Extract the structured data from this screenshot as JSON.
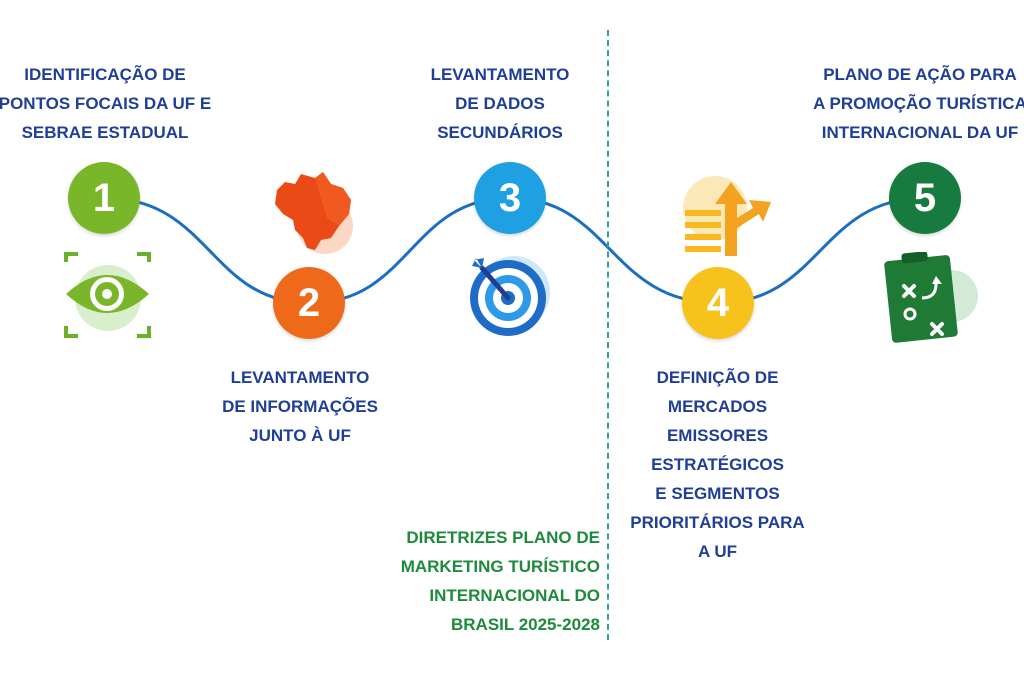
{
  "steps": [
    {
      "number": "1",
      "label": "IDENTIFICAÇÃO DE\nPONTOS FOCAIS DA UF E\nSEBRAE ESTADUAL",
      "color": "#7ab62a",
      "icon": "eye-scan-icon"
    },
    {
      "number": "2",
      "label": "LEVANTAMENTO\nDE INFORMAÇÕES\nJUNTO À UF",
      "color": "#ee6a1a",
      "icon": "brazil-map-icon"
    },
    {
      "number": "3",
      "label": "LEVANTAMENTO\nDE DADOS\nSECUNDÁRIOS",
      "color": "#1ea0e2",
      "icon": "target-icon"
    },
    {
      "number": "4",
      "label": "DEFINIÇÃO DE\nMERCADOS\nEMISSORES\nESTRATÉGICOS\nE SEGMENTOS\nPRIORITÁRIOS PARA\nA UF",
      "color": "#f6c21b",
      "icon": "direction-arrows-icon"
    },
    {
      "number": "5",
      "label": "PLANO DE AÇÃO PARA\nA PROMOÇÃO TURÍSTICA\nINTERNACIONAL DA UF",
      "color": "#177a3e",
      "icon": "tactics-board-icon"
    }
  ],
  "guidelines": "DIRETRIZES PLANO DE\nMARKETING TURÍSTICO\nINTERNACIONAL DO\nBRASIL 2025-2028",
  "colors": {
    "text_blue": "#1f3f95",
    "text_green": "#1e8a3c",
    "wave": "#1a6fc2",
    "divider": "#2aa3a3"
  }
}
